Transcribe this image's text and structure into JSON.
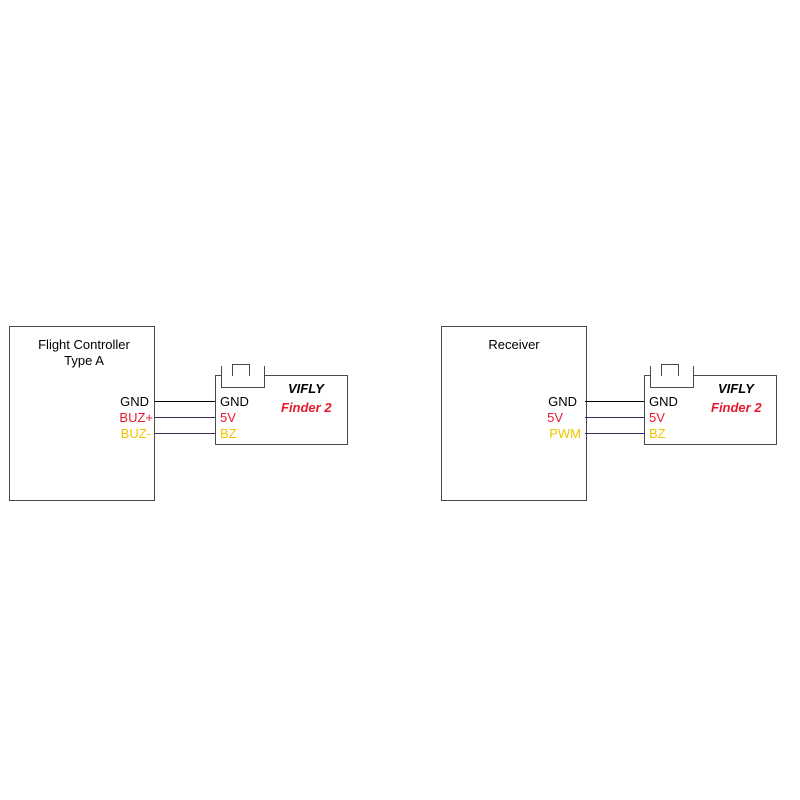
{
  "colors": {
    "outline": "#4a4a4a",
    "gnd": "#000000",
    "power": "#e8192c",
    "signal": "#f2c400"
  },
  "left_diagram": {
    "source": {
      "title_line1": "Flight Controller",
      "title_line2": "Type A",
      "pins": [
        {
          "label": "GND",
          "color": "#000000"
        },
        {
          "label": "BUZ+",
          "color": "#e8192c"
        },
        {
          "label": "BUZ-",
          "color": "#f2c400"
        }
      ]
    },
    "module": {
      "brand": "VIFLY",
      "model": "Finder 2",
      "pins": [
        {
          "label": "GND",
          "color": "#000000"
        },
        {
          "label": "5V",
          "color": "#e8192c"
        },
        {
          "label": "BZ",
          "color": "#f2c400"
        }
      ]
    }
  },
  "right_diagram": {
    "source": {
      "title": "Receiver",
      "pins": [
        {
          "label": "GND",
          "color": "#000000"
        },
        {
          "label": "5V",
          "color": "#e8192c"
        },
        {
          "label": "PWM",
          "color": "#f2c400"
        }
      ]
    },
    "module": {
      "brand": "VIFLY",
      "model": "Finder 2",
      "pins": [
        {
          "label": "GND",
          "color": "#000000"
        },
        {
          "label": "5V",
          "color": "#e8192c"
        },
        {
          "label": "BZ",
          "color": "#f2c400"
        }
      ]
    }
  }
}
